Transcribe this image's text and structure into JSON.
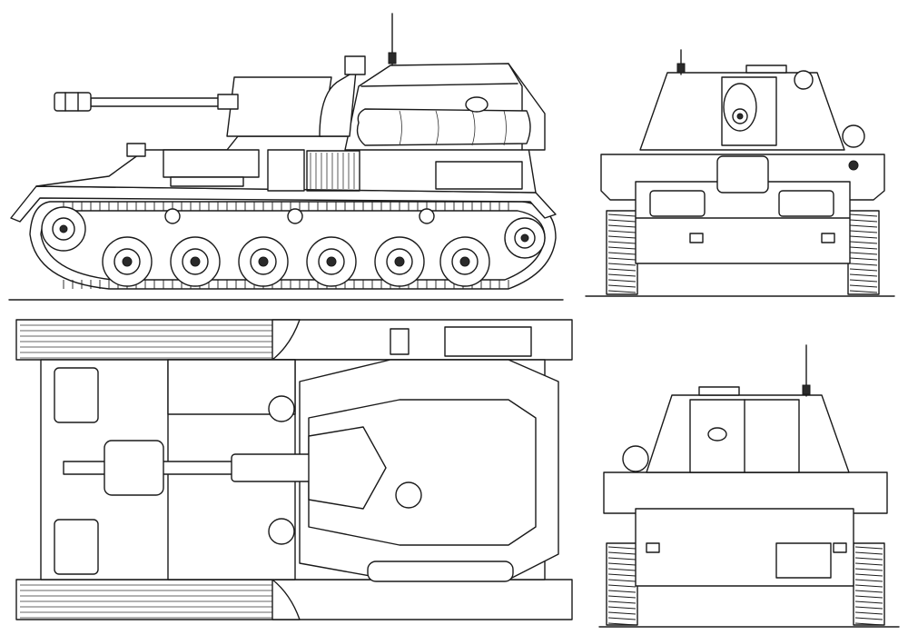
{
  "drawing": {
    "line_color": "#1a1a1a",
    "paper_color": "#ffffff",
    "views": [
      {
        "id": "side-view"
      },
      {
        "id": "front-view"
      },
      {
        "id": "top-view"
      },
      {
        "id": "rear-view"
      }
    ]
  }
}
